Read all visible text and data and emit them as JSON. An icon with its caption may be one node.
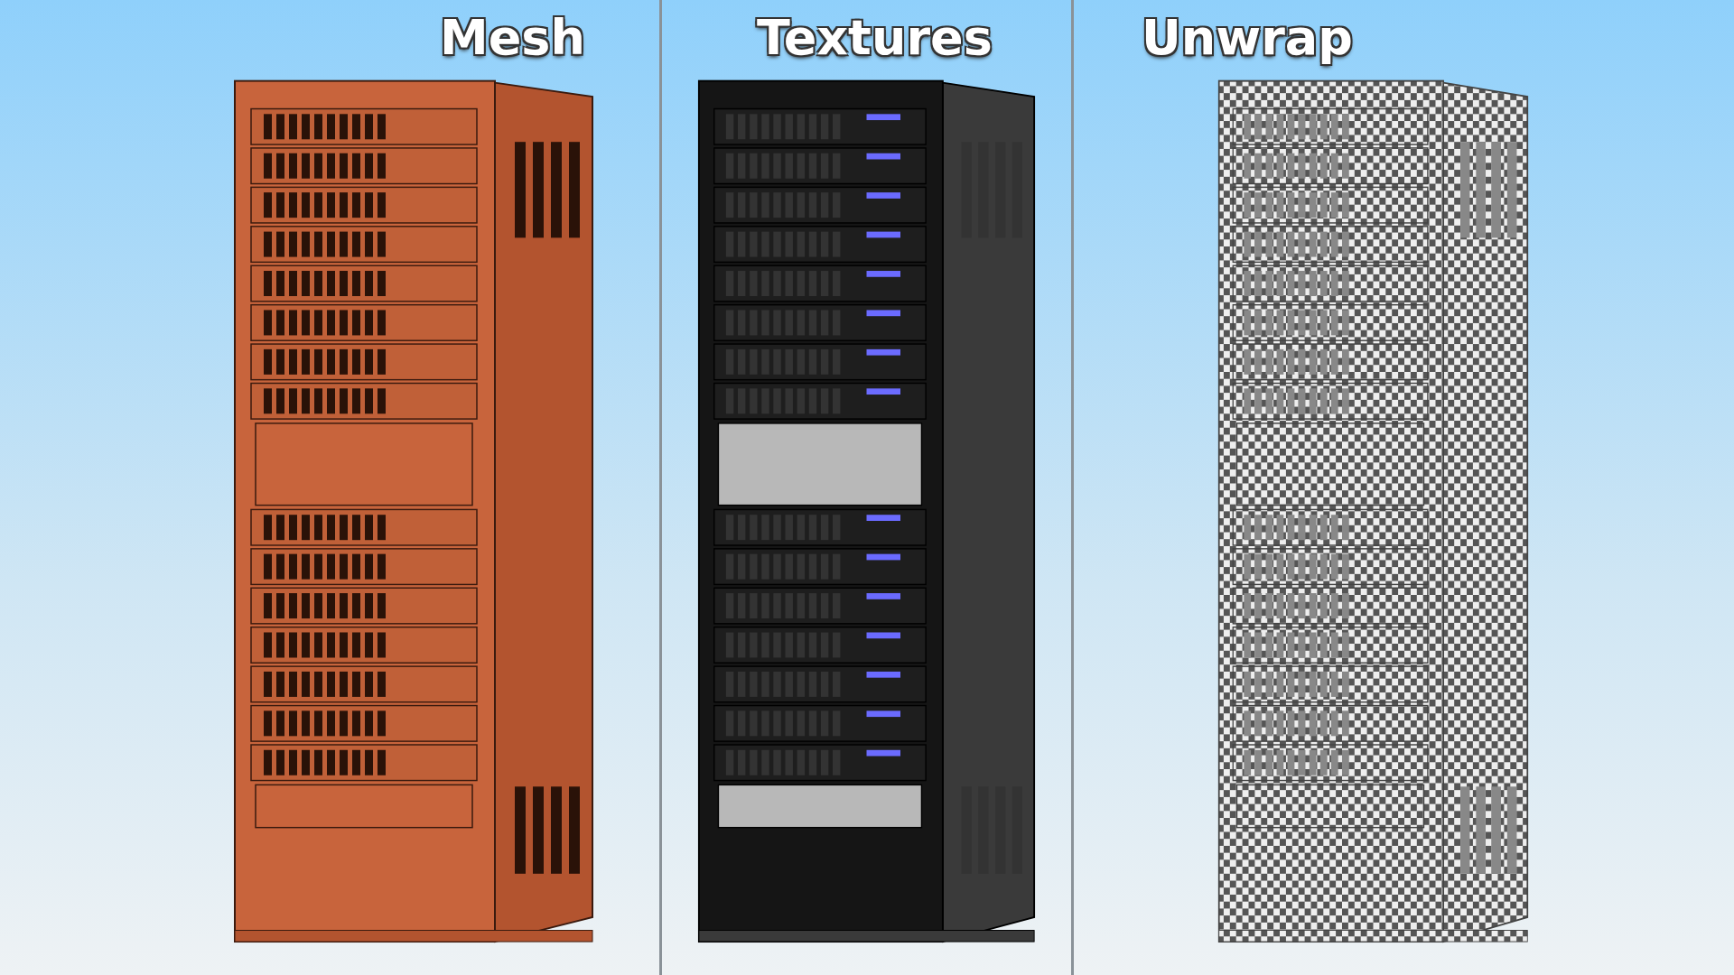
{
  "diagram": {
    "labels": [
      "Mesh",
      "Textures",
      "Unwrap"
    ]
  }
}
